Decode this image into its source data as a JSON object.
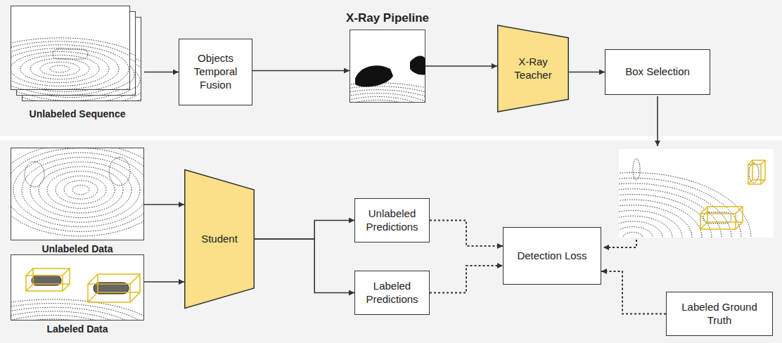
{
  "diagram": {
    "nodes": [
      {
        "text": [
          "Unlabeled Sequence"
        ]
      },
      {
        "text": [
          "Objects Temporal Fusion"
        ]
      },
      {
        "text": [
          "X-Ray Pipeline"
        ]
      },
      {
        "text": [
          "X-Ray Teacher"
        ]
      },
      {
        "text": [
          "Box Selection"
        ]
      },
      {
        "text": [
          "Unlabeled Data"
        ]
      },
      {
        "text": [
          "Labeled Data"
        ]
      },
      {
        "text": [
          "Student"
        ]
      },
      {
        "text": [
          "Unlabeled Predictions"
        ]
      },
      {
        "text": [
          "Labeled Predictions"
        ]
      },
      {
        "text": [
          "Detection Loss"
        ]
      },
      {
        "text": [
          "Labeled Ground Truth"
        ]
      }
    ],
    "edges": [
      {
        "from": 0,
        "to": 1,
        "arrow": "to"
      },
      {
        "from": 1,
        "to": 2,
        "arrow": "to"
      },
      {
        "from": 2,
        "to": 3,
        "arrow": "to"
      },
      {
        "from": 3,
        "to": 4,
        "arrow": "to"
      },
      {
        "from": 5,
        "to": 7,
        "arrow": "to"
      },
      {
        "from": 6,
        "to": 7,
        "arrow": "to"
      },
      {
        "from": 7,
        "to": 8,
        "arrow": "to"
      },
      {
        "from": 7,
        "to": 9,
        "arrow": "to"
      },
      {
        "from": 8,
        "to": 10,
        "arrow": "to"
      },
      {
        "from": 9,
        "to": 10,
        "arrow": "to"
      },
      {
        "from": 11,
        "to": 10,
        "arrow": "to"
      }
    ]
  }
}
